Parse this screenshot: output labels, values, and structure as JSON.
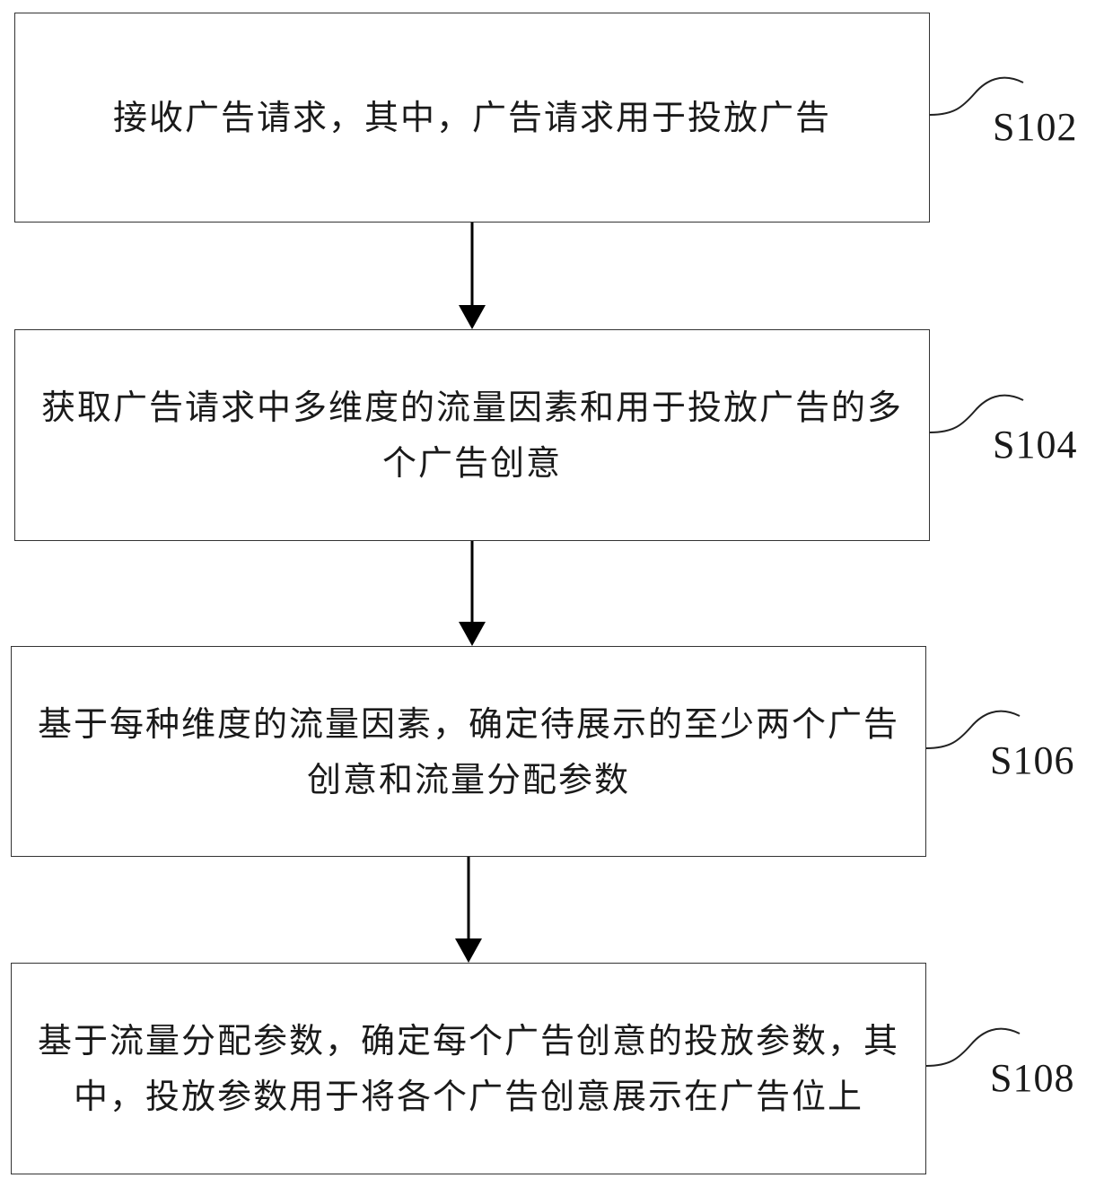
{
  "steps": [
    {
      "id": "S102",
      "text": "接收广告请求，其中，广告请求用于投放广告"
    },
    {
      "id": "S104",
      "text": "获取广告请求中多维度的流量因素和用于投放广告的多个广告创意"
    },
    {
      "id": "S106",
      "text": "基于每种维度的流量因素，确定待展示的至少两个广告创意和流量分配参数"
    },
    {
      "id": "S108",
      "text": "基于流量分配参数，确定每个广告创意的投放参数，其中，投放参数用于将各个广告创意展示在广告位上"
    }
  ]
}
